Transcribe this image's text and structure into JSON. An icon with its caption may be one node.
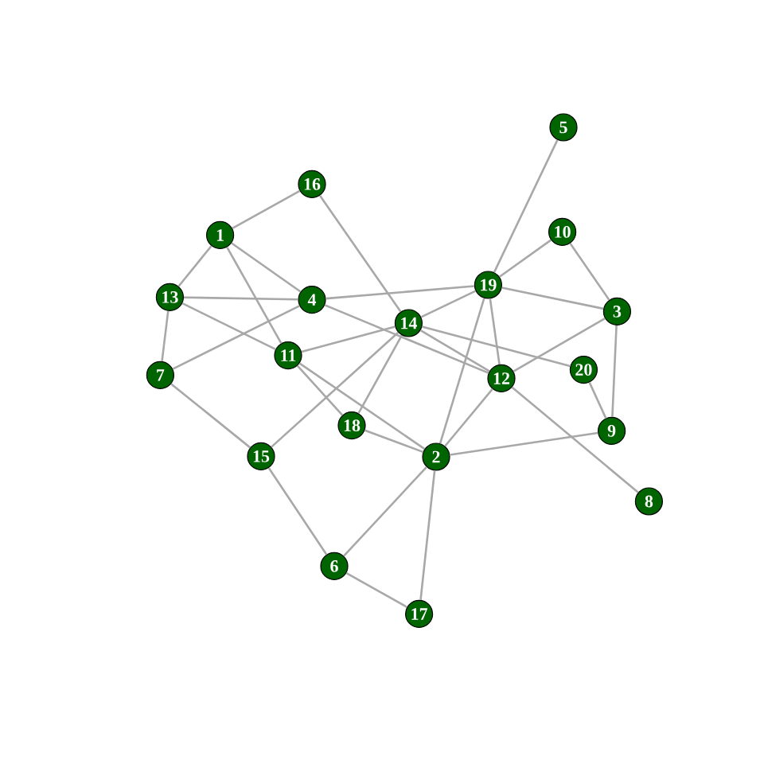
{
  "diagram": {
    "nodes": [
      {
        "text": [
          "1"
        ]
      },
      {
        "text": [
          "2"
        ]
      },
      {
        "text": [
          "3"
        ]
      },
      {
        "text": [
          "4"
        ]
      },
      {
        "text": [
          "5"
        ]
      },
      {
        "text": [
          "6"
        ]
      },
      {
        "text": [
          "7"
        ]
      },
      {
        "text": [
          "8"
        ]
      },
      {
        "text": [
          "9"
        ]
      },
      {
        "text": [
          "10"
        ]
      },
      {
        "text": [
          "11"
        ]
      },
      {
        "text": [
          "12"
        ]
      },
      {
        "text": [
          "13"
        ]
      },
      {
        "text": [
          "14"
        ]
      },
      {
        "text": [
          "15"
        ]
      },
      {
        "text": [
          "16"
        ]
      },
      {
        "text": [
          "17"
        ]
      },
      {
        "text": [
          "18"
        ]
      },
      {
        "text": [
          "19"
        ]
      },
      {
        "text": [
          "20"
        ]
      }
    ],
    "edges": [
      {
        "from": 0,
        "to": 15,
        "arrow": "none"
      },
      {
        "from": 0,
        "to": 12,
        "arrow": "none"
      },
      {
        "from": 0,
        "to": 3,
        "arrow": "none"
      },
      {
        "from": 0,
        "to": 10,
        "arrow": "none"
      },
      {
        "from": 12,
        "to": 3,
        "arrow": "none"
      },
      {
        "from": 12,
        "to": 10,
        "arrow": "none"
      },
      {
        "from": 12,
        "to": 6,
        "arrow": "none"
      },
      {
        "from": 6,
        "to": 3,
        "arrow": "none"
      },
      {
        "from": 6,
        "to": 14,
        "arrow": "none"
      },
      {
        "from": 15,
        "to": 13,
        "arrow": "none"
      },
      {
        "from": 3,
        "to": 18,
        "arrow": "none"
      },
      {
        "from": 3,
        "to": 11,
        "arrow": "none"
      },
      {
        "from": 10,
        "to": 13,
        "arrow": "none"
      },
      {
        "from": 10,
        "to": 17,
        "arrow": "none"
      },
      {
        "from": 10,
        "to": 1,
        "arrow": "none"
      },
      {
        "from": 13,
        "to": 14,
        "arrow": "none"
      },
      {
        "from": 13,
        "to": 17,
        "arrow": "none"
      },
      {
        "from": 13,
        "to": 18,
        "arrow": "none"
      },
      {
        "from": 13,
        "to": 11,
        "arrow": "none"
      },
      {
        "from": 13,
        "to": 19,
        "arrow": "none"
      },
      {
        "from": 17,
        "to": 1,
        "arrow": "none"
      },
      {
        "from": 14,
        "to": 5,
        "arrow": "none"
      },
      {
        "from": 5,
        "to": 1,
        "arrow": "none"
      },
      {
        "from": 5,
        "to": 16,
        "arrow": "none"
      },
      {
        "from": 1,
        "to": 16,
        "arrow": "none"
      },
      {
        "from": 1,
        "to": 18,
        "arrow": "none"
      },
      {
        "from": 1,
        "to": 11,
        "arrow": "none"
      },
      {
        "from": 1,
        "to": 8,
        "arrow": "none"
      },
      {
        "from": 18,
        "to": 4,
        "arrow": "none"
      },
      {
        "from": 18,
        "to": 9,
        "arrow": "none"
      },
      {
        "from": 18,
        "to": 2,
        "arrow": "none"
      },
      {
        "from": 18,
        "to": 11,
        "arrow": "none"
      },
      {
        "from": 9,
        "to": 2,
        "arrow": "none"
      },
      {
        "from": 2,
        "to": 11,
        "arrow": "none"
      },
      {
        "from": 2,
        "to": 8,
        "arrow": "none"
      },
      {
        "from": 19,
        "to": 8,
        "arrow": "none"
      },
      {
        "from": 11,
        "to": 7,
        "arrow": "none"
      }
    ]
  }
}
